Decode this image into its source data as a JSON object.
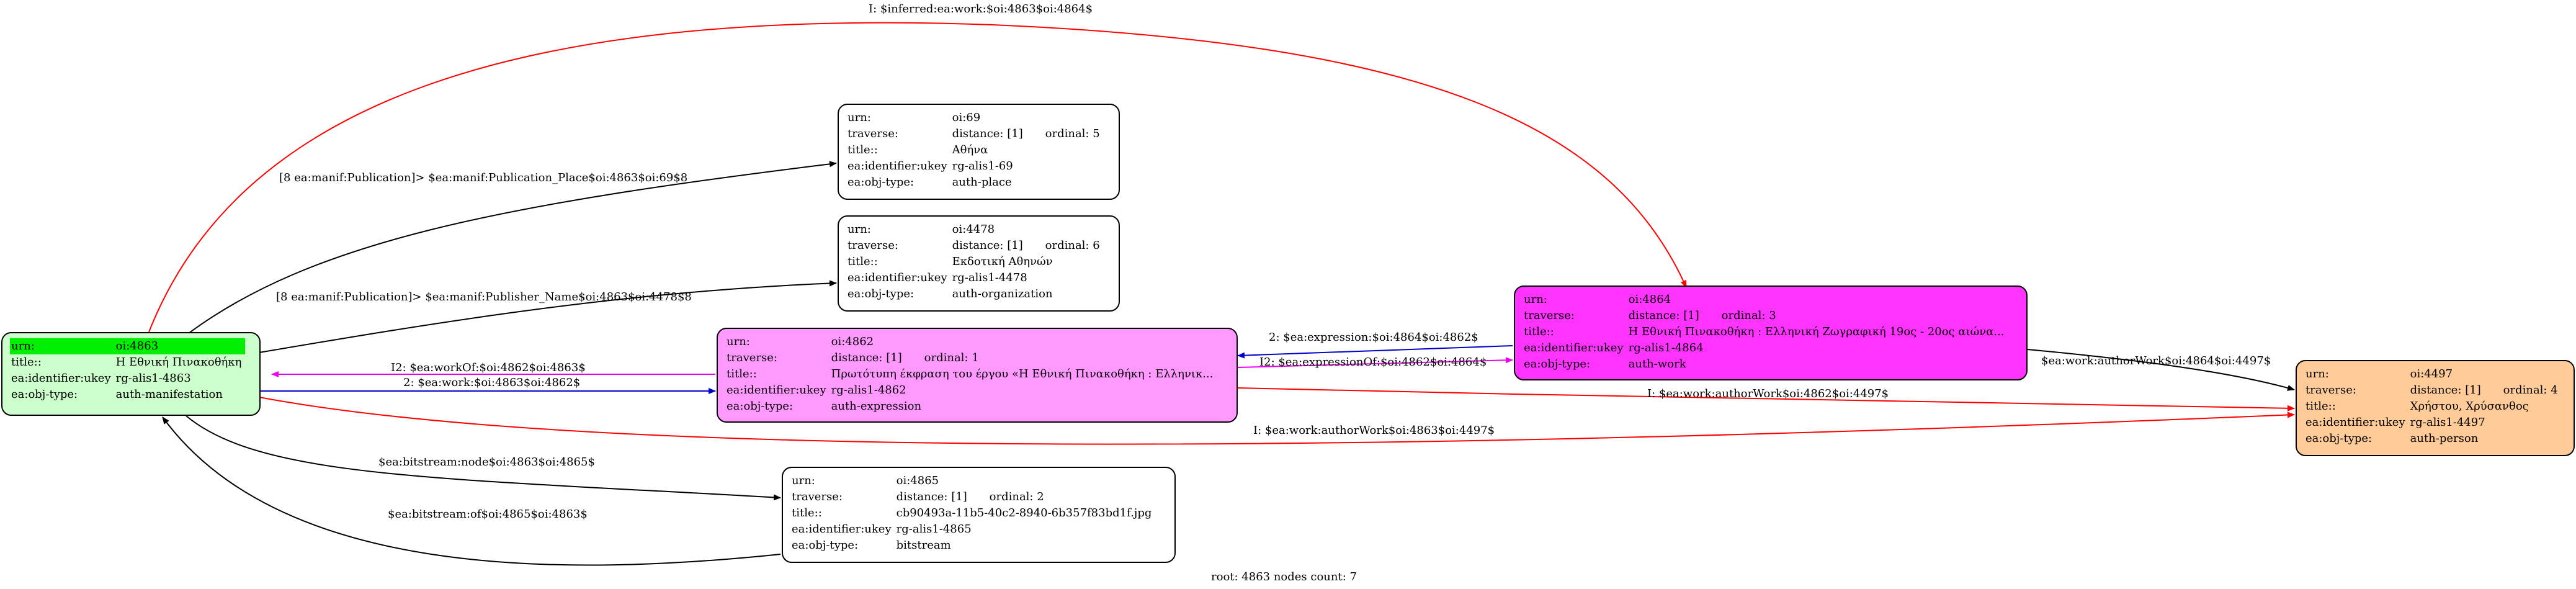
{
  "colors": {
    "manifestation": "#ccffcc",
    "manifestation_header": "#00ee00",
    "expression": "#ff99ff",
    "work": "#ff33ff",
    "person": "#ffcc99",
    "plain": "#ffffff",
    "edge_black": "#000000",
    "edge_red": "#ff0000",
    "edge_blue": "#0000cc",
    "edge_magenta": "#ee00ee"
  },
  "nodes": {
    "n4863": {
      "rows": [
        {
          "key": "urn:",
          "value": "oi:4863"
        },
        {
          "key": "title::",
          "value": "Η Εθνική Πινακοθήκη"
        },
        {
          "key": "ea:identifier:ukey",
          "value": "rg-alis1-4863"
        },
        {
          "key": "ea:obj-type:",
          "value": "auth-manifestation"
        }
      ]
    },
    "n69": {
      "urn_key": "urn:",
      "urn": "oi:69",
      "traverse_key": "traverse:",
      "distance": "distance: [1]",
      "ordinal": "ordinal: 5",
      "title_key": "title::",
      "title": "Αθήνα",
      "ukey_key": "ea:identifier:ukey",
      "ukey": "rg-alis1-69",
      "type_key": "ea:obj-type:",
      "type": "auth-place"
    },
    "n4478": {
      "urn_key": "urn:",
      "urn": "oi:4478",
      "traverse_key": "traverse:",
      "distance": "distance: [1]",
      "ordinal": "ordinal: 6",
      "title_key": "title::",
      "title": "Εκδοτική Αθηνών",
      "ukey_key": "ea:identifier:ukey",
      "ukey": "rg-alis1-4478",
      "type_key": "ea:obj-type:",
      "type": "auth-organization"
    },
    "n4862": {
      "urn_key": "urn:",
      "urn": "oi:4862",
      "traverse_key": "traverse:",
      "distance": "distance: [1]",
      "ordinal": "ordinal: 1",
      "title_key": "title::",
      "title": "Πρωτότυπη έκφραση του έργου «Η Εθνική Πινακοθήκη : Ελληνικ...",
      "ukey_key": "ea:identifier:ukey",
      "ukey": "rg-alis1-4862",
      "type_key": "ea:obj-type:",
      "type": "auth-expression"
    },
    "n4864": {
      "urn_key": "urn:",
      "urn": "oi:4864",
      "traverse_key": "traverse:",
      "distance": "distance: [1]",
      "ordinal": "ordinal: 3",
      "title_key": "title::",
      "title": "Η Εθνική Πινακοθήκη : Ελληνική Ζωγραφική 19ος - 20ος αιώνα...",
      "ukey_key": "ea:identifier:ukey",
      "ukey": "rg-alis1-4864",
      "type_key": "ea:obj-type:",
      "type": "auth-work"
    },
    "n4497": {
      "urn_key": "urn:",
      "urn": "oi:4497",
      "traverse_key": "traverse:",
      "distance": "distance: [1]",
      "ordinal": "ordinal: 4",
      "title_key": "title::",
      "title": "Χρήστου, Χρύσανθος",
      "ukey_key": "ea:identifier:ukey",
      "ukey": "rg-alis1-4497",
      "type_key": "ea:obj-type:",
      "type": "auth-person"
    },
    "n4865": {
      "urn_key": "urn:",
      "urn": "oi:4865",
      "traverse_key": "traverse:",
      "distance": "distance: [1]",
      "ordinal": "ordinal: 2",
      "title_key": "title::",
      "title": "cb90493a-11b5-40c2-8940-6b357f83bd1f.jpg",
      "ukey_key": "ea:identifier:ukey",
      "ukey": "rg-alis1-4865",
      "type_key": "ea:obj-type:",
      "type": "bitstream"
    }
  },
  "edges": {
    "inferred": "I: $inferred:ea:work:$oi:4863$oi:4864$",
    "place": "[8 ea:manif:Publication]> $ea:manif:Publication_Place$oi:4863$oi:69$8",
    "publisher": "[8 ea:manif:Publication]> $ea:manif:Publisher_Name$oi:4863$oi:4478$8",
    "work_of": "I2: $ea:workOf:$oi:4862$oi:4863$",
    "work": "2: $ea:work:$oi:4863$oi:4862$",
    "expression": "2: $ea:expression:$oi:4864$oi:4862$",
    "expression_of": "I2: $ea:expressionOf:$oi:4862$oi:4864$",
    "author_work_4864": "$ea:work:authorWork$oi:4864$oi:4497$",
    "author_work_4862": "I: $ea:work:authorWork$oi:4862$oi:4497$",
    "author_work_4863": "I: $ea:work:authorWork$oi:4863$oi:4497$",
    "bitstream_node": "$ea:bitstream:node$oi:4863$oi:4865$",
    "bitstream_of": "$ea:bitstream:of$oi:4865$oi:4863$"
  },
  "footer": "root: 4863 nodes count: 7"
}
